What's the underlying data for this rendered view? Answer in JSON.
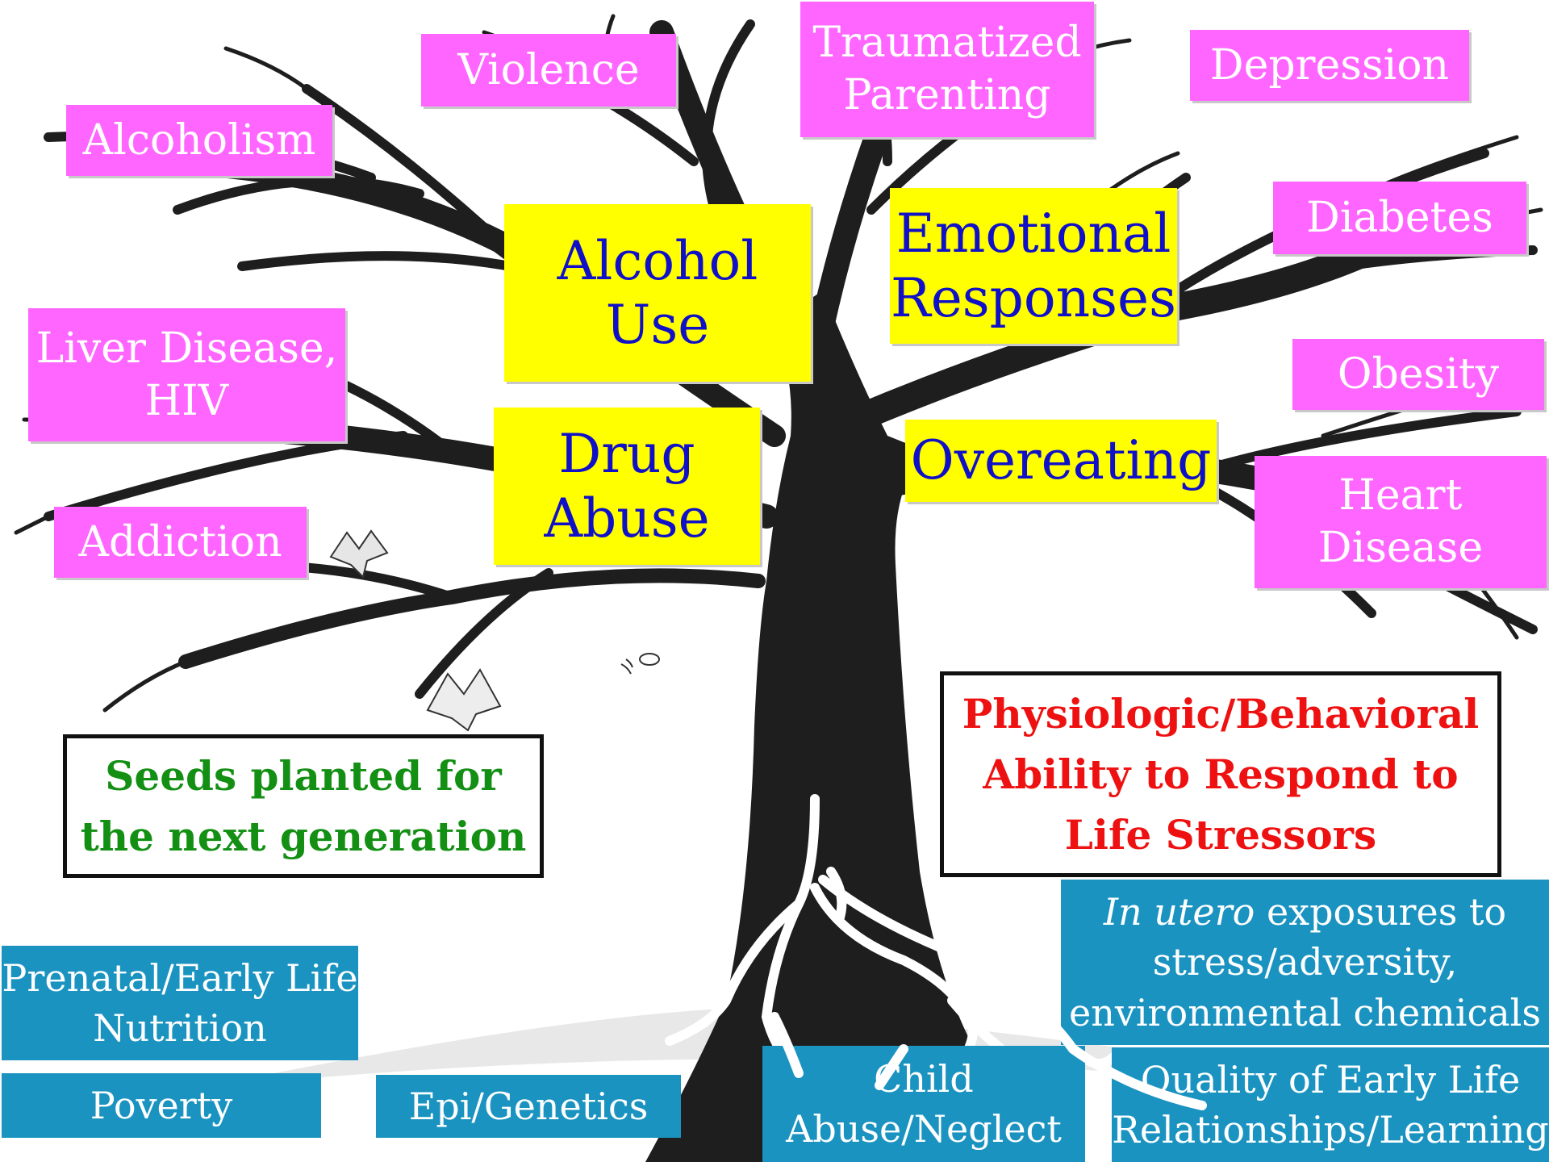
{
  "colors": {
    "consequence_box": "#ff66ff",
    "behavior_box": "#ffff00",
    "behavior_text": "#1010c8",
    "root_box": "#1a93c0",
    "seeds_text": "#138f13",
    "physio_text": "#ee1111"
  },
  "consequences": {
    "violence": "Violence",
    "traumatized_parenting": "Traumatized\nParenting",
    "depression": "Depression",
    "alcoholism": "Alcoholism",
    "diabetes": "Diabetes",
    "liver_disease_hiv": "Liver Disease,\nHIV",
    "obesity": "Obesity",
    "addiction": "Addiction",
    "heart_disease": "Heart\nDisease"
  },
  "behaviors": {
    "alcohol_use": "Alcohol\nUse",
    "emotional_responses": "Emotional\nResponses",
    "drug_abuse": "Drug\nAbuse",
    "overeating": "Overeating"
  },
  "callouts": {
    "seeds": "Seeds planted for\nthe next generation",
    "physiologic": "Physiologic/Behavioral\nAbility to Respond to\nLife Stressors"
  },
  "roots": {
    "in_utero_emphasis": "In utero",
    "in_utero_rest": " exposures to\nstress/adversity,\nenvironmental chemicals",
    "prenatal_nutrition": "Prenatal/Early Life\nNutrition",
    "poverty": "Poverty",
    "epi_genetics": "Epi/Genetics",
    "child_abuse": "Child\nAbuse/Neglect",
    "quality_relationships": "Quality of  Early Life\nRelationships/Learning"
  },
  "icons": [
    "tree-illustration",
    "leaf-icon",
    "leaf-icon",
    "falling-leaf-icon",
    "falling-leaf-icon",
    "falling-leaf-icon"
  ]
}
